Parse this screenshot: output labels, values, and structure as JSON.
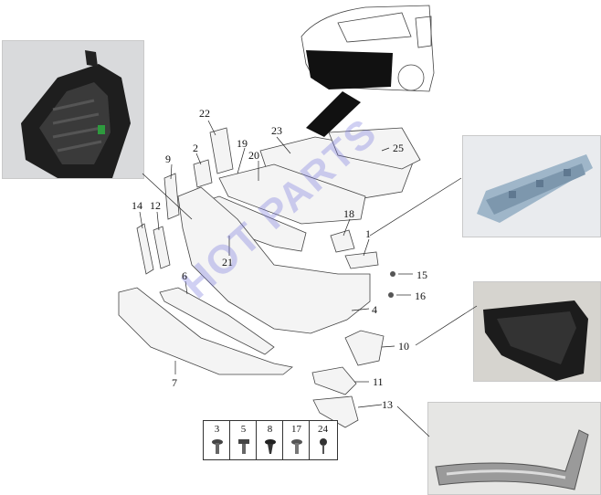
{
  "diagram": {
    "callouts": [
      {
        "id": "1",
        "label": "1"
      },
      {
        "id": "2",
        "label": "2"
      },
      {
        "id": "4",
        "label": "4"
      },
      {
        "id": "6",
        "label": "6"
      },
      {
        "id": "7",
        "label": "7"
      },
      {
        "id": "9",
        "label": "9"
      },
      {
        "id": "10",
        "label": "10"
      },
      {
        "id": "11",
        "label": "11"
      },
      {
        "id": "12",
        "label": "12"
      },
      {
        "id": "13",
        "label": "13"
      },
      {
        "id": "14",
        "label": "14"
      },
      {
        "id": "15",
        "label": "15"
      },
      {
        "id": "16",
        "label": "16"
      },
      {
        "id": "18",
        "label": "18"
      },
      {
        "id": "19",
        "label": "19"
      },
      {
        "id": "20",
        "label": "20"
      },
      {
        "id": "21",
        "label": "21"
      },
      {
        "id": "22",
        "label": "22"
      },
      {
        "id": "23",
        "label": "23"
      },
      {
        "id": "25",
        "label": "25"
      }
    ],
    "fastener_legend": [
      "3",
      "5",
      "8",
      "17",
      "24"
    ],
    "watermark_text": "HOT PARTS",
    "colors": {
      "line": "#444444",
      "part_fill": "#f4f4f4",
      "dark_part": "#2a2a2a",
      "watermark": "#7878dc",
      "photo_bg": "#eef0f2"
    }
  }
}
